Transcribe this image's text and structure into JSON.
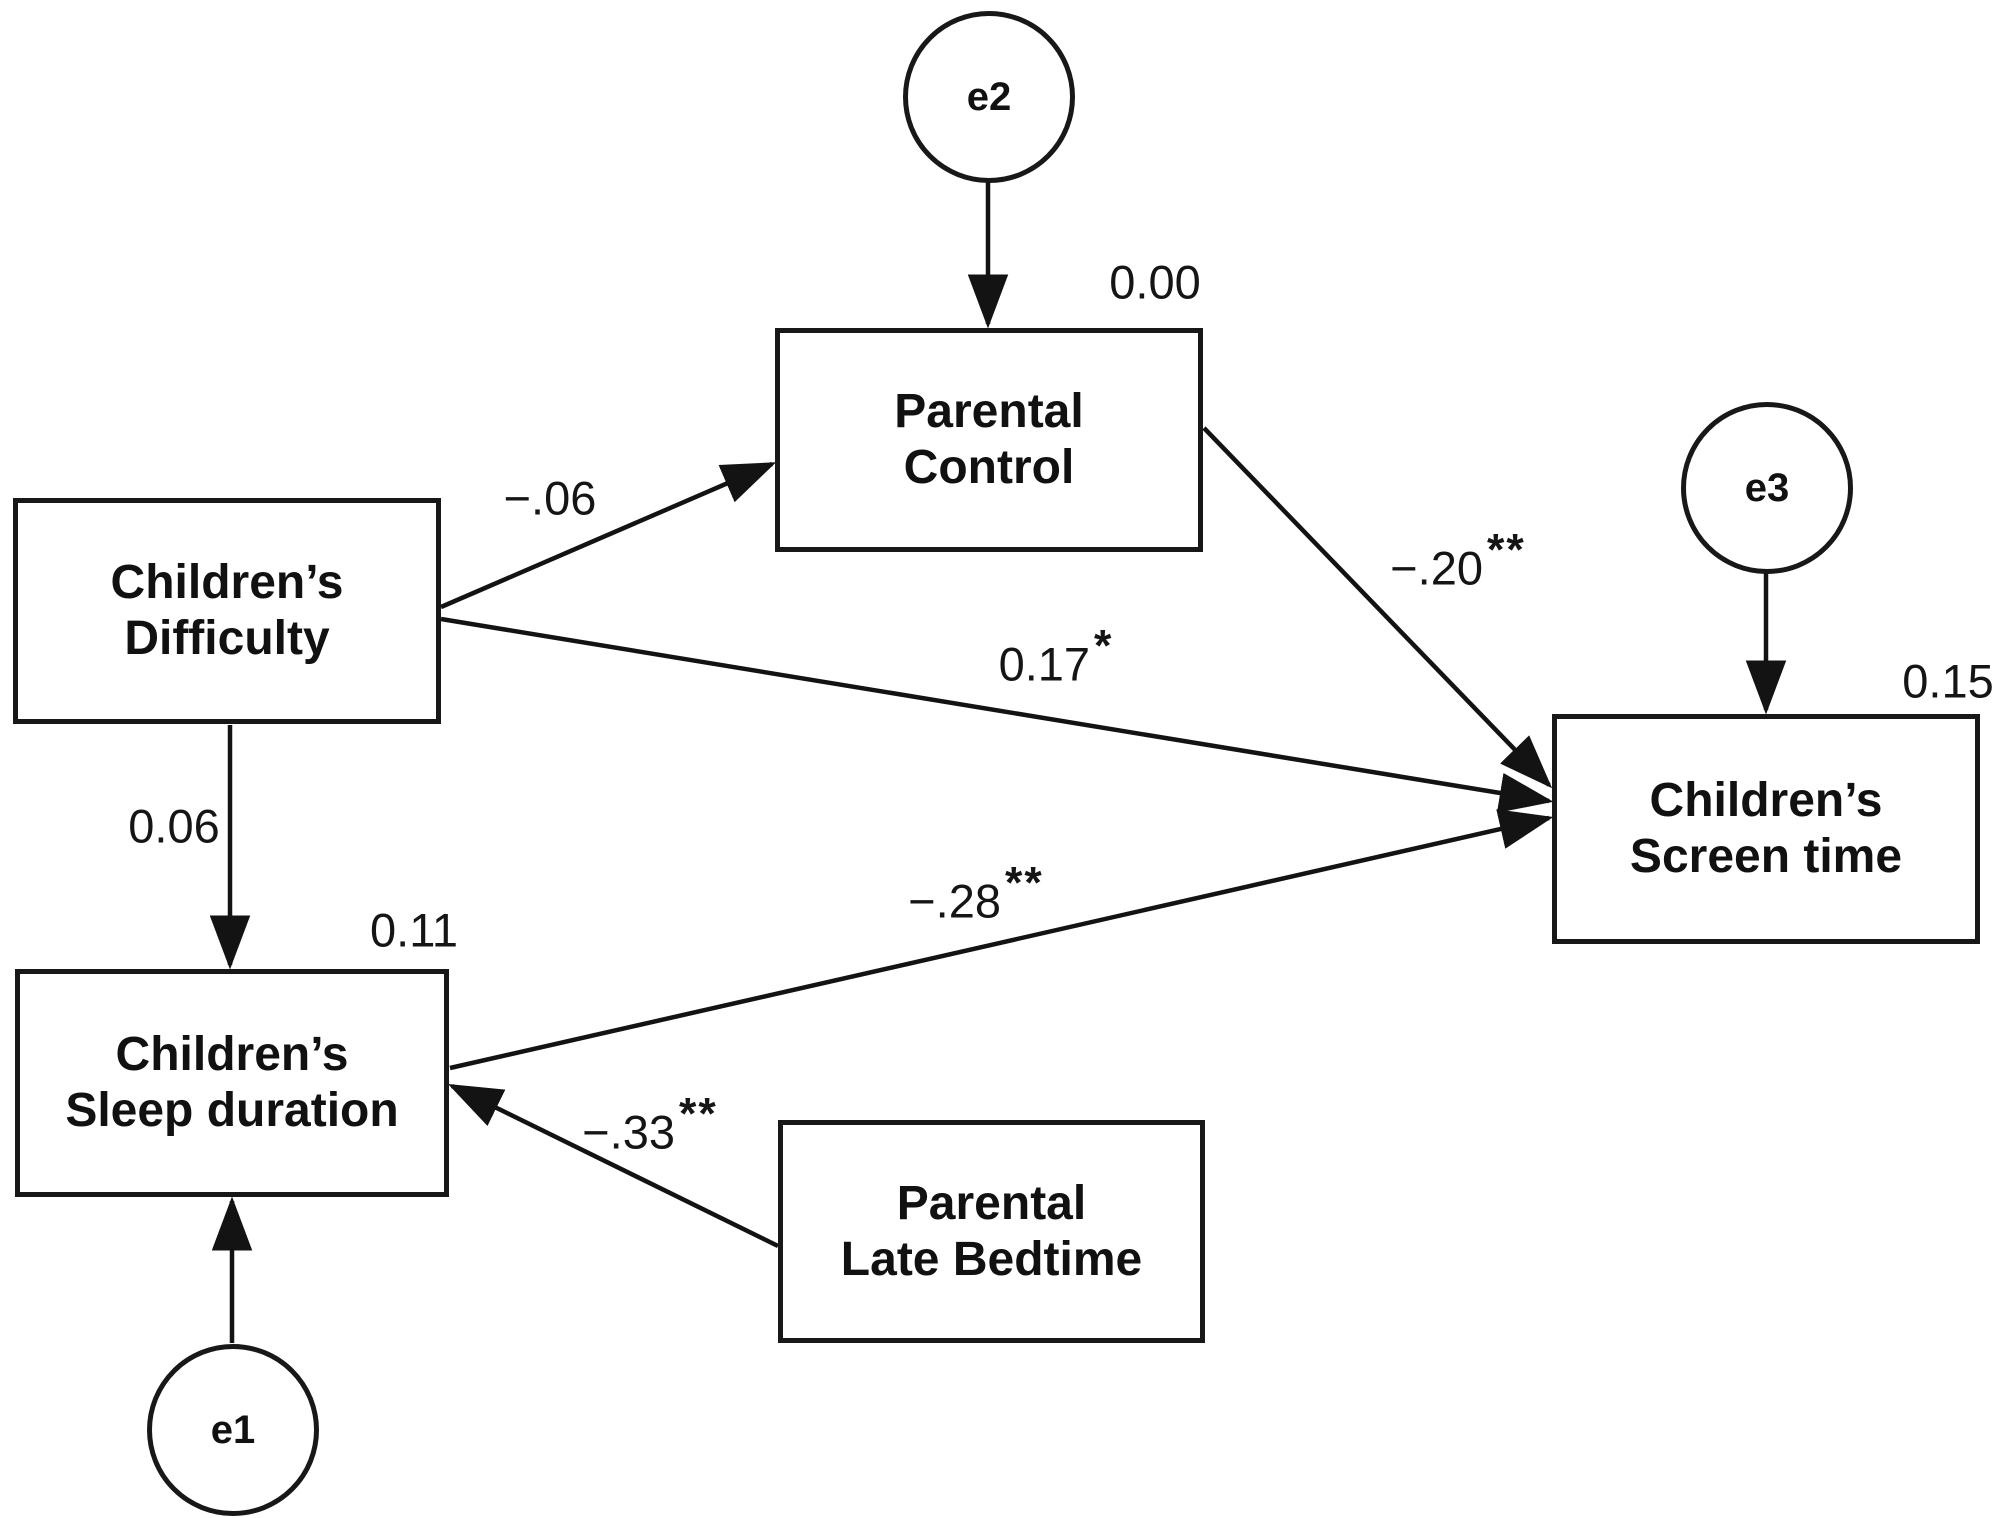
{
  "figure": {
    "type": "path-diagram",
    "background": "#ffffff",
    "ink": "#111111"
  },
  "nodes": {
    "difficulty": {
      "label": "Children’s\nDifficulty"
    },
    "parental_control": {
      "label": "Parental\nControl",
      "variance": "0.00"
    },
    "screen_time": {
      "label": "Children’s\nScreen time",
      "variance": "0.15"
    },
    "sleep_duration": {
      "label": "Children’s\nSleep duration",
      "variance": "0.11"
    },
    "late_bedtime": {
      "label": "Parental\nLate Bedtime"
    }
  },
  "errors": {
    "e1": "e1",
    "e2": "e2",
    "e3": "e3"
  },
  "paths": [
    {
      "from": "difficulty",
      "to": "parental_control",
      "value": "−.06",
      "sig": ""
    },
    {
      "from": "difficulty",
      "to": "screen_time",
      "value": "0.17",
      "sig": "*"
    },
    {
      "from": "difficulty",
      "to": "sleep_duration",
      "value": "0.06",
      "sig": ""
    },
    {
      "from": "parental_control",
      "to": "screen_time",
      "value": "−.20",
      "sig": "**"
    },
    {
      "from": "sleep_duration",
      "to": "screen_time",
      "value": "−.28",
      "sig": "**"
    },
    {
      "from": "late_bedtime",
      "to": "sleep_duration",
      "value": "−.33",
      "sig": "**"
    },
    {
      "from": "e2",
      "to": "parental_control",
      "value": "",
      "sig": ""
    },
    {
      "from": "e3",
      "to": "screen_time",
      "value": "",
      "sig": ""
    },
    {
      "from": "e1",
      "to": "sleep_duration",
      "value": "",
      "sig": ""
    }
  ]
}
